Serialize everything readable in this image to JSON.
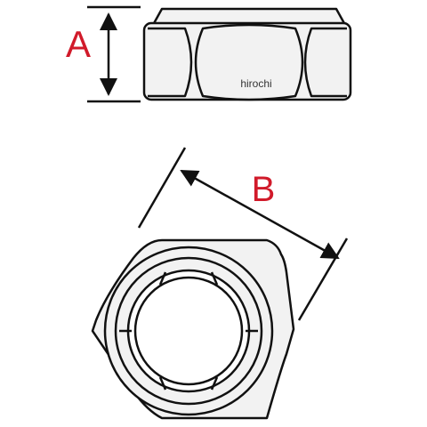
{
  "labels": {
    "height": "A",
    "across_flats": "B"
  },
  "watermark": "hirochi",
  "colors": {
    "outline": "#111111",
    "fill": "#f2f2f2",
    "label": "#d11a2a",
    "background": "#ffffff"
  }
}
